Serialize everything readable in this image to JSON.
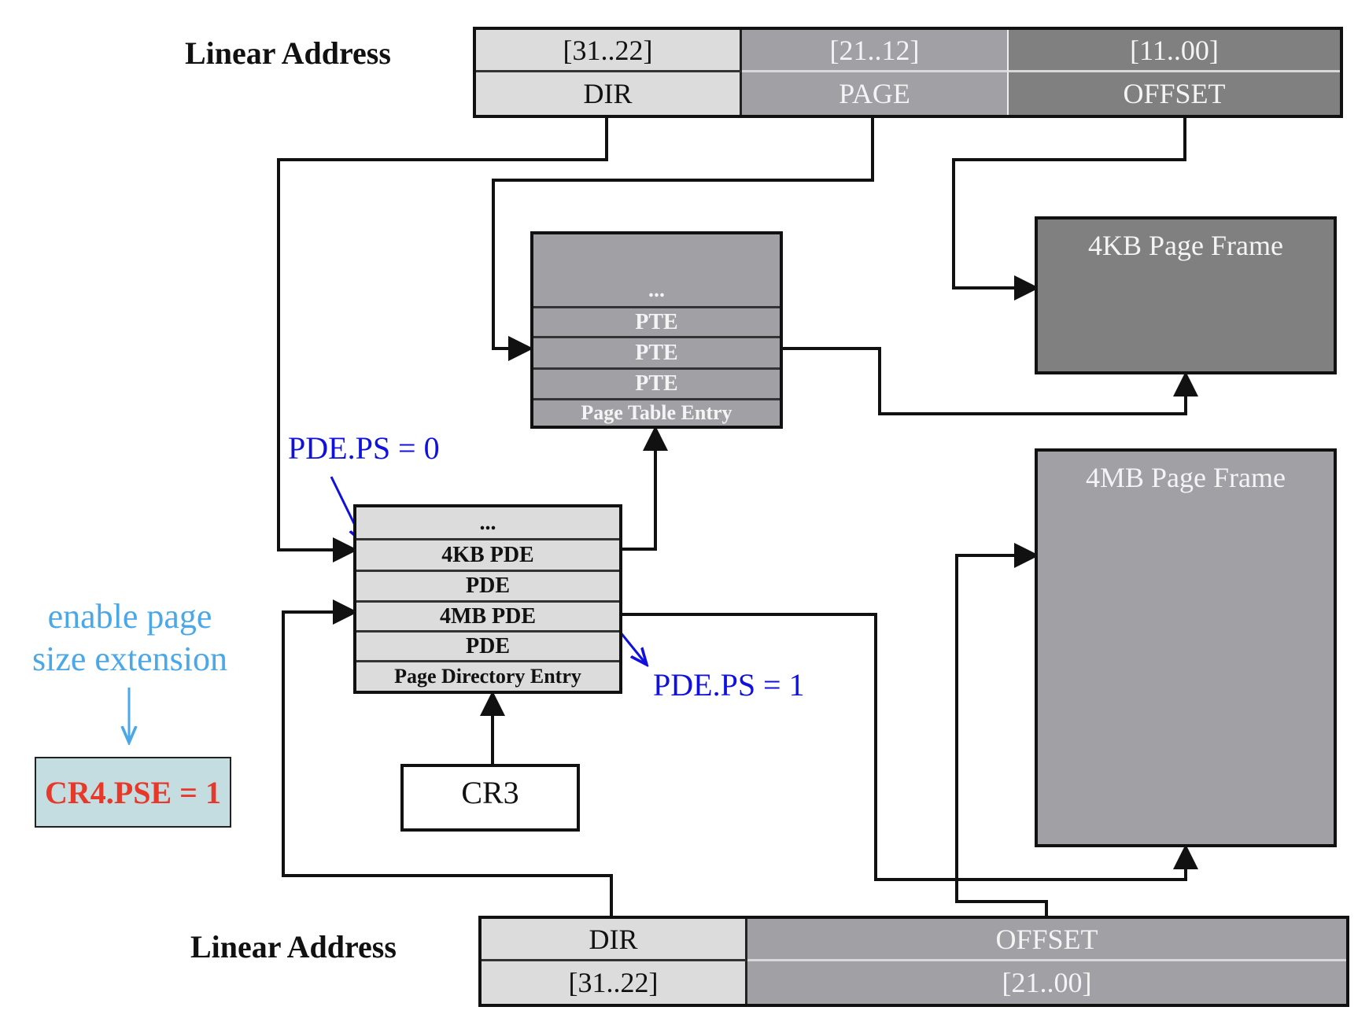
{
  "top_address": {
    "label": "Linear Address",
    "columns": [
      {
        "bits": "[31..22]",
        "field": "DIR"
      },
      {
        "bits": "[21..12]",
        "field": "PAGE"
      },
      {
        "bits": "[11..00]",
        "field": "OFFSET"
      }
    ]
  },
  "page_table": {
    "rows": [
      "...",
      "PTE",
      "PTE",
      "PTE",
      "Page Table Entry"
    ]
  },
  "page_directory": {
    "rows": [
      "...",
      "4KB PDE",
      "PDE",
      "4MB PDE",
      "PDE",
      "Page Directory Entry"
    ]
  },
  "cr3": {
    "label": "CR3"
  },
  "frames": {
    "kb": "4KB Page Frame",
    "mb": "4MB Page Frame"
  },
  "annotations": {
    "ps0": "PDE.PS = 0",
    "ps1": "PDE.PS = 1",
    "note_line1": "enable page",
    "note_line2": "size extension",
    "cr4": "CR4.PSE = 1"
  },
  "bottom_address": {
    "label": "Linear Address",
    "columns": [
      {
        "field": "DIR",
        "bits": "[31..22]"
      },
      {
        "field": "OFFSET",
        "bits": "[21..00]"
      }
    ]
  },
  "colors": {
    "annotation_blue": "#1010e0",
    "note_blue": "#4aa8e8",
    "cr4_red": "#e8382a",
    "cr4_bg": "#c3dde1"
  }
}
